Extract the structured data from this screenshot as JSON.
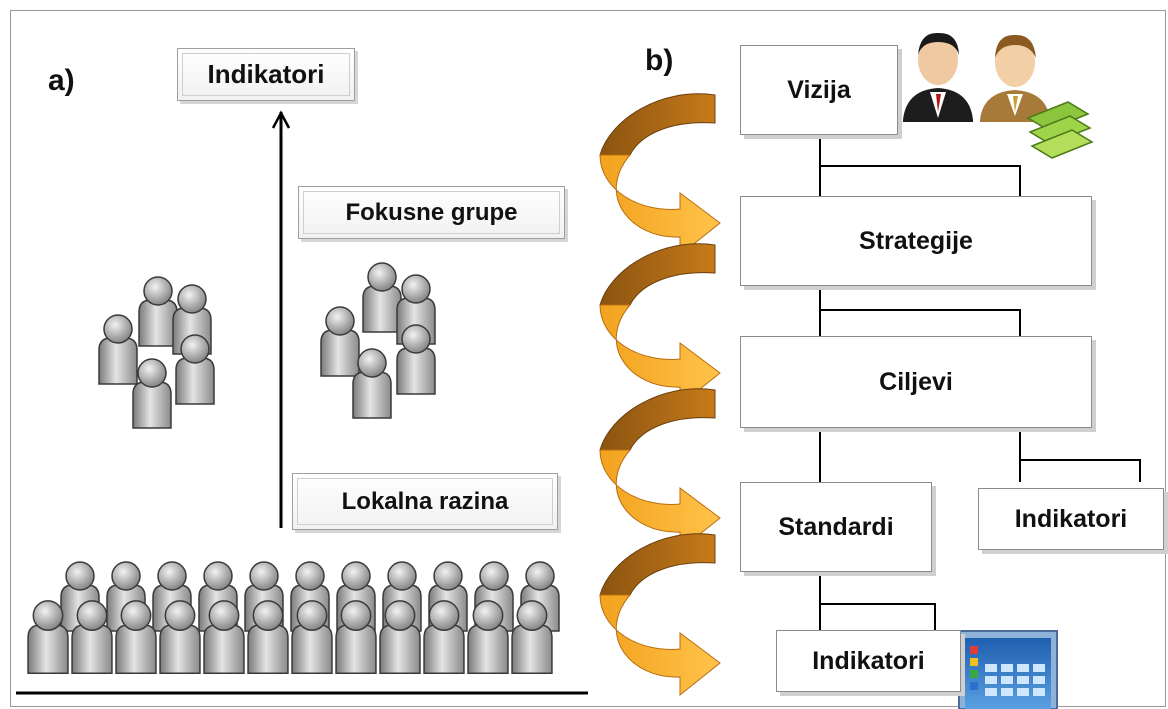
{
  "panel_a": {
    "label": "a)",
    "top_box": "Indikatori",
    "middle_box": "Fokusne grupe",
    "bottom_box": "Lokalna razina",
    "icons": [
      "people-group-icon",
      "person-icon",
      "upward-arrow-icon"
    ]
  },
  "panel_b": {
    "label": "b)",
    "hierarchy": [
      {
        "label": "Vizija"
      },
      {
        "label": "Strategije"
      },
      {
        "label": "Ciljevi"
      },
      {
        "label": "Standardi"
      },
      {
        "label": "Indikatori"
      },
      {
        "label": "Indikatori"
      }
    ],
    "icons": [
      "businessmen-icon",
      "documents-icon",
      "spreadsheet-icon",
      "curved-arrow-icon"
    ]
  }
}
